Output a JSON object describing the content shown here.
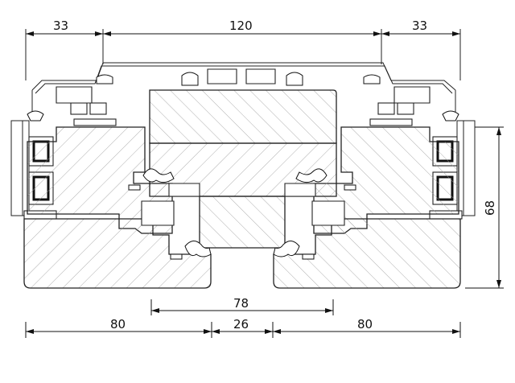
{
  "dimensions": {
    "top_left": "33",
    "top_center": "120",
    "top_right": "33",
    "right_height": "68",
    "middle_width": "78",
    "bottom_left": "80",
    "bottom_center": "26",
    "bottom_right": "80"
  }
}
